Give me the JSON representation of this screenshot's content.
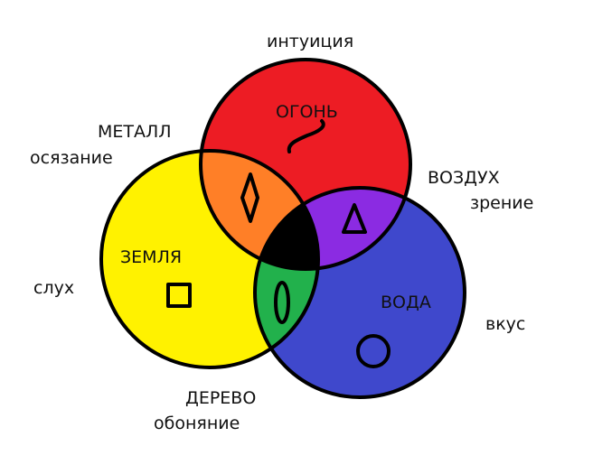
{
  "diagram": {
    "colors": {
      "earth": "#fff200",
      "fire": "#ed1c24",
      "water": "#3f48cc",
      "metal": "#ff7f27",
      "air": "#8b2be2",
      "wood": "#22b14c",
      "center": "#000000",
      "outline": "#000000"
    },
    "circles": [
      {
        "name": "fire",
        "label": "ОГОНЬ",
        "symbol": "swirl-icon",
        "color": "#ed1c24"
      },
      {
        "name": "earth",
        "label": "ЗЕМЛЯ",
        "symbol": "square-icon",
        "color": "#fff200"
      },
      {
        "name": "water",
        "label": "ВОДА",
        "symbol": "circle-icon",
        "color": "#3f48cc"
      }
    ],
    "intersections": [
      {
        "name": "metal",
        "label": "МЕТАЛЛ",
        "sense": "осязание",
        "symbol": "diamond-icon",
        "color": "#ff7f27"
      },
      {
        "name": "air",
        "label": "ВОЗДУХ",
        "sense": "зрение",
        "symbol": "triangle-icon",
        "color": "#8b2be2"
      },
      {
        "name": "wood",
        "label": "ДЕРЕВО",
        "sense": "обоняние",
        "symbol": "ellipse-icon",
        "color": "#22b14c"
      }
    ],
    "senses": {
      "fire": "интуиция",
      "earth": "слух",
      "water": "вкус"
    }
  }
}
